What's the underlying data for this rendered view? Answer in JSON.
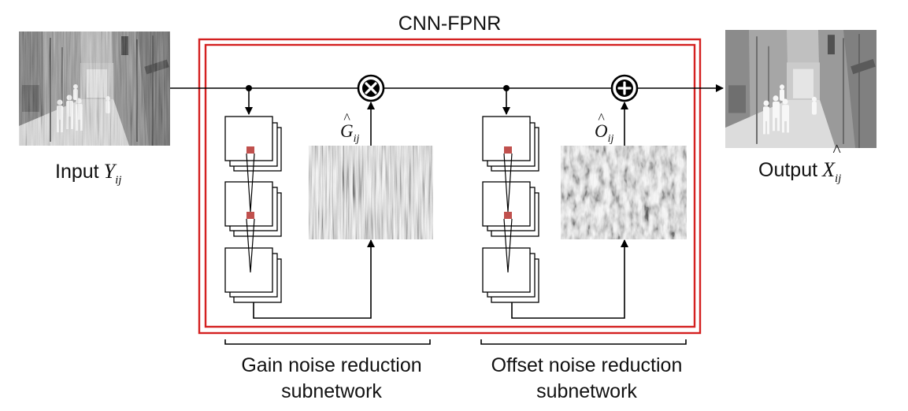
{
  "title": "CNN-FPNR",
  "input": {
    "label": "Input",
    "symbol": "Y",
    "sub": "ij"
  },
  "output": {
    "label": "Output",
    "symbol": "X",
    "sub": "ij"
  },
  "gain": {
    "symbol": "G",
    "sub": "ij",
    "caption_line1": "Gain noise reduction",
    "caption_line2": "subnetwork"
  },
  "offset": {
    "symbol": "O",
    "sub": "ij",
    "caption_line1": "Offset noise reduction",
    "caption_line2": "subnetwork"
  },
  "operators": {
    "multiply": "multiply-operator",
    "add": "add-operator"
  },
  "colors": {
    "frame": "#d42020",
    "kernel": "#c0504d"
  }
}
